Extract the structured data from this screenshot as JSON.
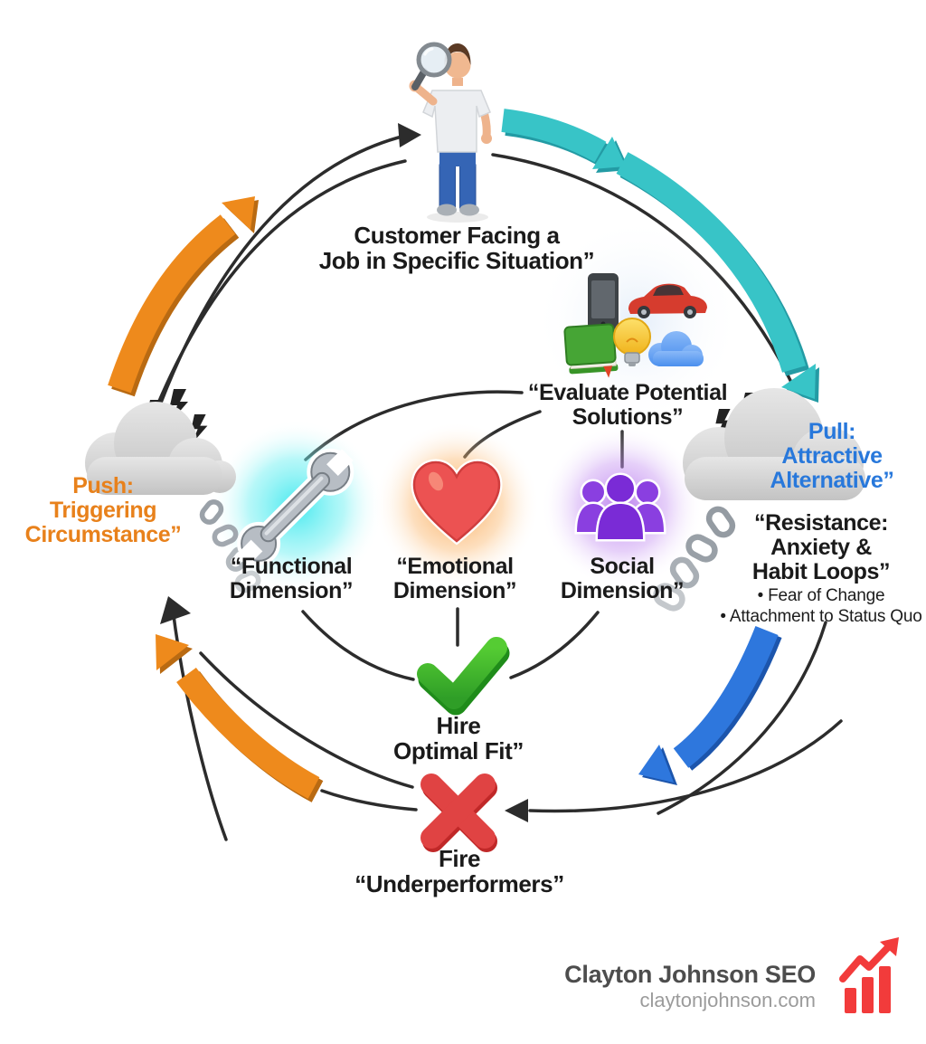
{
  "nodes": {
    "customer": {
      "line1": "Customer Facing a",
      "line2": "Job in Specific Situation”"
    },
    "evaluate": {
      "line1": "“Evaluate Potential",
      "line2": "Solutions”"
    },
    "push": {
      "line1": "Push:",
      "line2": "Triggering",
      "line3": "Circumstance”"
    },
    "pull": {
      "line1": "Pull:",
      "line2": "Attractive",
      "line3": "Alternative”"
    },
    "resistance": {
      "line1": "“Resistance:",
      "line2": "Anxiety &",
      "line3": "Habit Loops”",
      "bullets": [
        "• Fear of Change",
        "• Attachment to Status Quo"
      ]
    },
    "functional": {
      "line1": "“Functional",
      "line2": "Dimension”"
    },
    "emotional": {
      "line1": "“Emotional",
      "line2": "Dimension”"
    },
    "social": {
      "line1": "Social",
      "line2": "Dimension”"
    },
    "hire": {
      "line1": "Hire",
      "line2": "Optimal Fit”"
    },
    "fire": {
      "line1": "Fire",
      "line2": "“Underperformers”"
    }
  },
  "footer": {
    "brand": "Clayton Johnson SEO",
    "url": "claytonjohnson.com"
  },
  "icons": {
    "top": "person-with-magnifier-icon",
    "solutions": [
      "smartphone-icon",
      "car-icon",
      "book-icon",
      "lightbulb-icon",
      "cloud-icon"
    ],
    "functional": "wrench-icon",
    "emotional": "heart-icon",
    "social": "people-group-icon",
    "hire": "checkmark-icon",
    "fire": "cross-icon",
    "push": "storm-cloud-lightning-icon",
    "pull": "storm-cloud-lightning-icon",
    "chains": "chain-links-icon",
    "brand": "growth-chart-icon"
  },
  "colors": {
    "push_text": "#E8811B",
    "pull_text": "#2878DB",
    "arrow_orange": "#EE8A1C",
    "arrow_orange_dark": "#B96A12",
    "arrow_teal": "#38C4C7",
    "arrow_teal_dark": "#239BA4",
    "arrow_blue": "#2E77DD",
    "arrow_blue_dark": "#1C55AC",
    "check_green": "#3DB82F",
    "cross_red": "#E04343",
    "brand_red": "#F23B3B",
    "cloud_gray": "#D6D6D6",
    "glow_cyan": "#3EE8EE",
    "glow_orange": "#F9A04A",
    "glow_purple": "#B475EC",
    "line_black": "#2C2C2C"
  }
}
